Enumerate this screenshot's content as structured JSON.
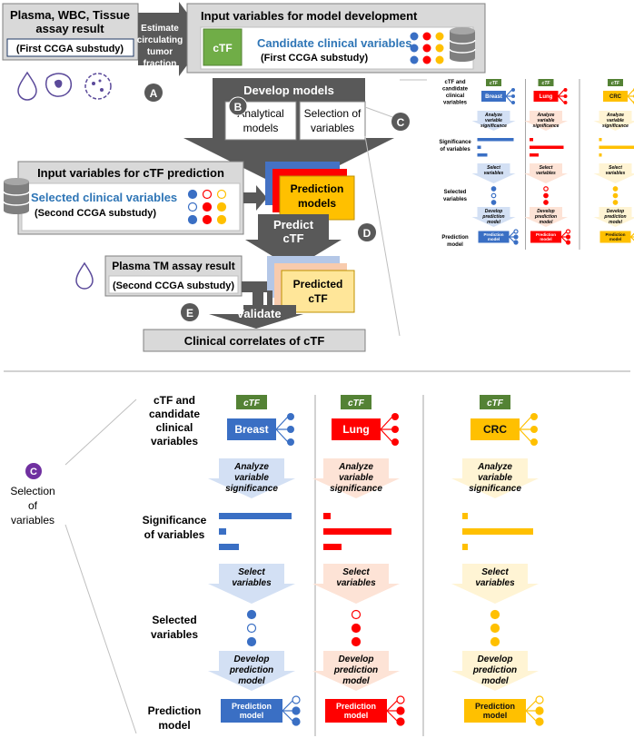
{
  "top": {
    "plasma_box": {
      "line1": "Plasma, WBC, Tissue",
      "line2": "assay result",
      "sub": "(First CCGA substudy)"
    },
    "estimate_arrow": {
      "lines": [
        "Estimate",
        "circulating",
        "tumor",
        "fraction"
      ]
    },
    "input_dev": {
      "title": "Input variables for model development",
      "ctf": "cTF",
      "candidate": "Candidate clinical variables",
      "sub": "(First CCGA substudy)"
    },
    "develop": {
      "title": "Develop models",
      "left1": "Analytical",
      "left2": "models",
      "right1": "Selection of",
      "right2": "variables"
    },
    "input_pred": {
      "title": "Input variables for cTF prediction",
      "selected": "Selected clinical variables",
      "sub": "(Second CCGA substudy)"
    },
    "prediction_models": {
      "line1": "Prediction",
      "line2": "models"
    },
    "predict": {
      "line1": "Predict",
      "line2": "cTF"
    },
    "plasma_tm": {
      "title": "Plasma TM assay result",
      "sub": "(Second CCGA substudy)"
    },
    "predicted": {
      "line1": "Predicted",
      "line2": "cTF"
    },
    "validate": "Validate",
    "clinical": "Clinical correlates of cTF",
    "markers": {
      "A": "A",
      "B": "B",
      "C": "C",
      "D": "D",
      "E": "E"
    }
  },
  "panel": {
    "marker": "C",
    "side_label": [
      "Selection",
      "of",
      "variables"
    ],
    "row_labels": {
      "ctf": [
        "cTF and",
        "candidate",
        "clinical",
        "variables"
      ],
      "significance": [
        "Significance",
        "of variables"
      ],
      "selected": [
        "Selected",
        "variables"
      ],
      "prediction": [
        "Prediction",
        "model"
      ]
    },
    "columns": [
      {
        "tag": "cTF",
        "cancer": "Breast",
        "color": "#3a6fc4",
        "light": "#d3e0f4"
      },
      {
        "tag": "cTF",
        "cancer": "Lung",
        "color": "#ff0000",
        "light": "#fde3d6"
      },
      {
        "tag": "cTF",
        "cancer": "CRC",
        "color": "#ffc000",
        "light": "#fff4d4"
      }
    ],
    "arrows": {
      "analyze": [
        "Analyze",
        "variable",
        "significance"
      ],
      "select": [
        "Select",
        "variables"
      ],
      "develop": [
        "Develop",
        "prediction",
        "model"
      ]
    },
    "prediction_label": [
      "Prediction",
      "model"
    ],
    "ctf_tag_color": "#548235"
  }
}
